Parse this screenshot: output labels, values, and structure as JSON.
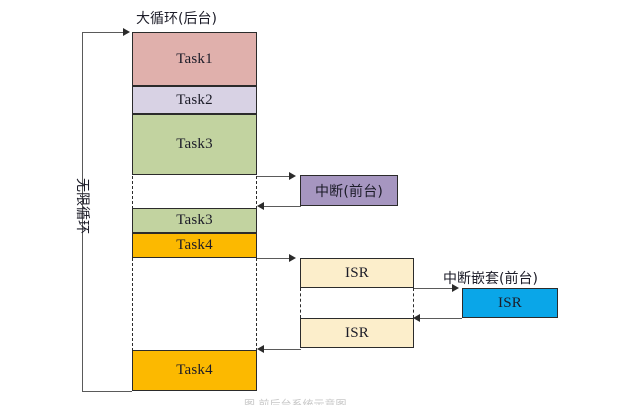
{
  "diagram": {
    "title_main": "大循环(后台)",
    "loop_label": "无限循环",
    "interrupt_label": "中断(前台)",
    "nested_interrupt_label": "中断嵌套(前台)",
    "bottom_caption": "图  前后台系统示意图",
    "colors": {
      "task1": "#e0b0ac",
      "task2": "#d8d2e4",
      "task3": "#c2d3a0",
      "task4": "#fcb900",
      "interrupt": "#a696c0",
      "isr": "#fceecb",
      "isr_nested": "#0aa6e8",
      "stroke": "#2b2b2b",
      "line": "#5a5a5a"
    },
    "background_column": {
      "blocks": [
        {
          "name": "task1",
          "label": "Task1",
          "color_key": "task1"
        },
        {
          "name": "task2",
          "label": "Task2",
          "color_key": "task2"
        },
        {
          "name": "task3_first",
          "label": "Task3",
          "color_key": "task3"
        },
        {
          "name": "task3_resume",
          "label": "Task3",
          "color_key": "task3"
        },
        {
          "name": "task4_first",
          "label": "Task4",
          "color_key": "task4"
        },
        {
          "name": "task4_resume",
          "label": "Task4",
          "color_key": "task4"
        }
      ]
    },
    "foreground": {
      "interrupt_box_label": "中断(前台)",
      "isr_first_label": "ISR",
      "isr_second_label": "ISR",
      "isr_nested_label": "ISR"
    }
  }
}
